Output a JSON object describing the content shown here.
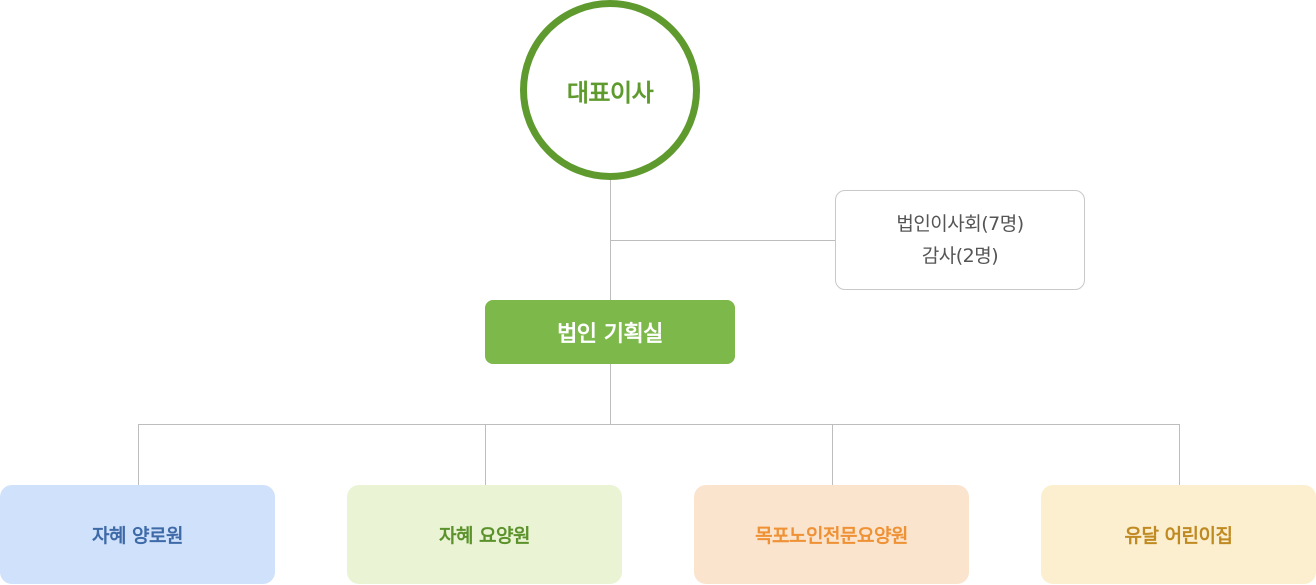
{
  "chart": {
    "root": {
      "label": "대표이사",
      "color": "#5f9a2e"
    },
    "advisory": {
      "lines": [
        "법인이사회(7명)",
        "감사(2명)"
      ],
      "text_color": "#555555",
      "border_color": "#c8c8c8"
    },
    "planning": {
      "label": "법인 기획실",
      "bg": "#7db84a",
      "text_color": "#ffffff"
    },
    "units": [
      {
        "label": "자혜 양로원",
        "bg": "#cfe1fb",
        "text_color": "#3f6aa8"
      },
      {
        "label": "자혜 요양원",
        "bg": "#eaf3d3",
        "text_color": "#5b922c"
      },
      {
        "label": "목포노인전문요양원",
        "bg": "#fae4cd",
        "text_color": "#ef9135"
      },
      {
        "label": "유달 어린이집",
        "bg": "#fcefcf",
        "text_color": "#c08a22"
      }
    ],
    "connector_color": "#bdbdbd"
  }
}
